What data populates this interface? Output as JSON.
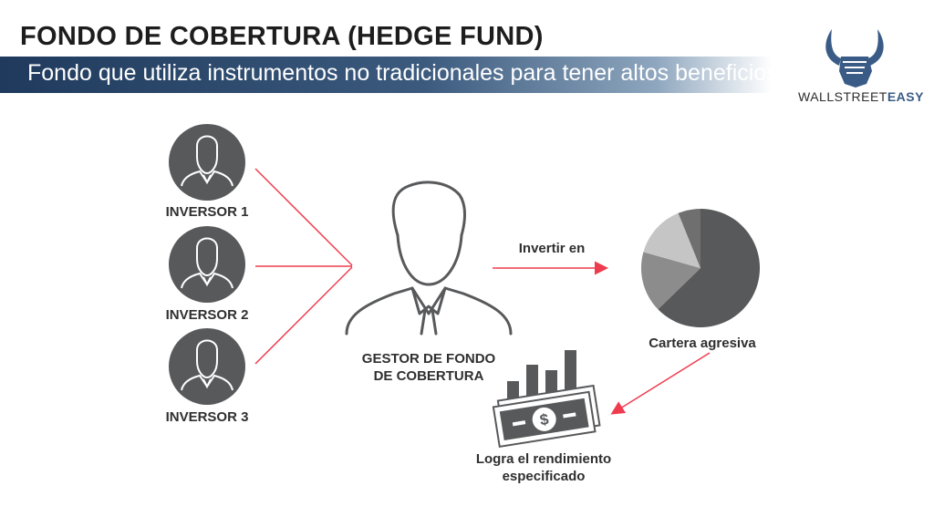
{
  "header": {
    "title": "FONDO DE COBERTURA (HEDGE FUND)",
    "subtitle": "Fondo que utiliza instrumentos no tradicionales para tener altos beneficios"
  },
  "logo": {
    "brand_light": "WALLSTREET",
    "brand_bold": "EASY",
    "icon": "bull-fist-icon"
  },
  "investors": [
    {
      "label": "INVERSOR 1"
    },
    {
      "label": "INVERSOR 2"
    },
    {
      "label": "INVERSOR 3"
    }
  ],
  "manager": {
    "line1": "GESTOR DE FONDO",
    "line2": "DE COBERTURA"
  },
  "invest_label": "Invertir en",
  "portfolio": {
    "label": "Cartera agresiva",
    "slices": [
      {
        "value": 66,
        "color": "#58595b"
      },
      {
        "value": 16,
        "color": "#8c8c8c"
      },
      {
        "value": 12,
        "color": "#c5c5c5"
      },
      {
        "value": 6,
        "color": "#6f6f6f"
      }
    ]
  },
  "result": {
    "line1": "Logra el rendimiento",
    "line2": "especificado"
  },
  "colors": {
    "arrow": "#ee3c4e",
    "icon_dark": "#58595b",
    "brand_blue": "#3a5b86"
  }
}
